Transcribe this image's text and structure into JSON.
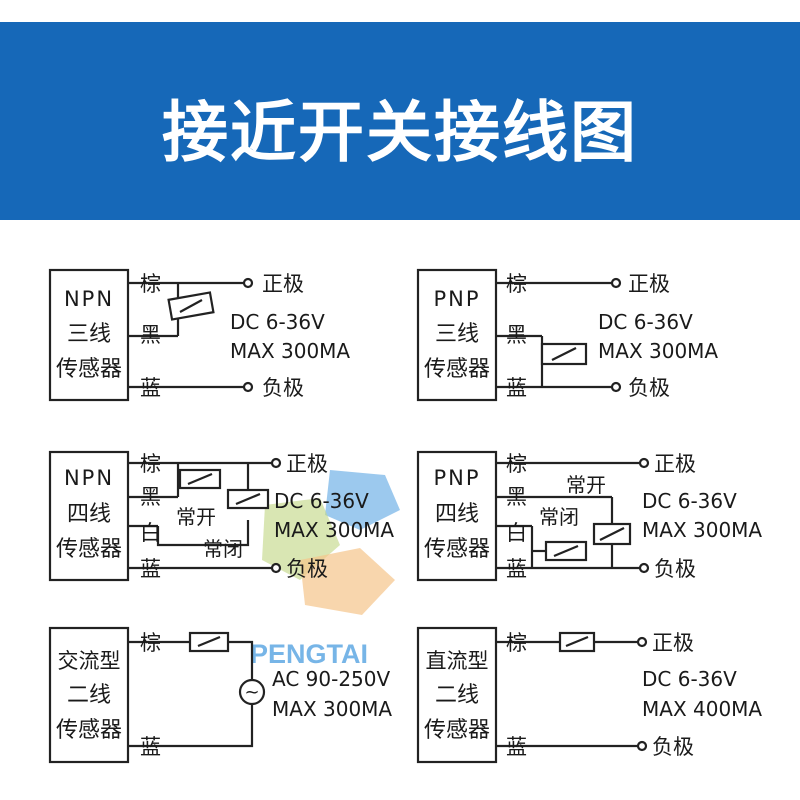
{
  "banner": {
    "title": "接近开关接线图",
    "background_color": "#1668b8",
    "title_color": "#ffffff"
  },
  "wire_colors": {
    "brown": "棕",
    "black": "黑",
    "white": "白",
    "blue": "蓝"
  },
  "terminals": {
    "positive": "正极",
    "negative": "负极"
  },
  "modes": {
    "normally_open": "常开",
    "normally_closed": "常闭"
  },
  "diagrams": {
    "npn3": {
      "type_line1": "NPN",
      "type_line2": "三线",
      "type_line3": "传感器",
      "spec_line1": "DC 6-36V",
      "spec_line2": "MAX 300MA"
    },
    "pnp3": {
      "type_line1": "PNP",
      "type_line2": "三线",
      "type_line3": "传感器",
      "spec_line1": "DC 6-36V",
      "spec_line2": "MAX 300MA"
    },
    "npn4": {
      "type_line1": "NPN",
      "type_line2": "四线",
      "type_line3": "传感器",
      "spec_line1": "DC 6-36V",
      "spec_line2": "MAX 300MA"
    },
    "pnp4": {
      "type_line1": "PNP",
      "type_line2": "四线",
      "type_line3": "传感器",
      "spec_line1": "DC 6-36V",
      "spec_line2": "MAX 300MA"
    },
    "ac2": {
      "type_line1": "交流型",
      "type_line2": "二线",
      "type_line3": "传感器",
      "spec_line1": "AC 90-250V",
      "spec_line2": "MAX 300MA",
      "ac_symbol": "~"
    },
    "dc2": {
      "type_line1": "直流型",
      "type_line2": "二线",
      "type_line3": "传感器",
      "spec_line1": "DC 6-36V",
      "spec_line2": "MAX 400MA"
    }
  },
  "watermark": {
    "text": "PENGTAI",
    "colors": {
      "blue": "#4a9de0",
      "green": "#c5d98a",
      "orange": "#f5c48a"
    }
  }
}
